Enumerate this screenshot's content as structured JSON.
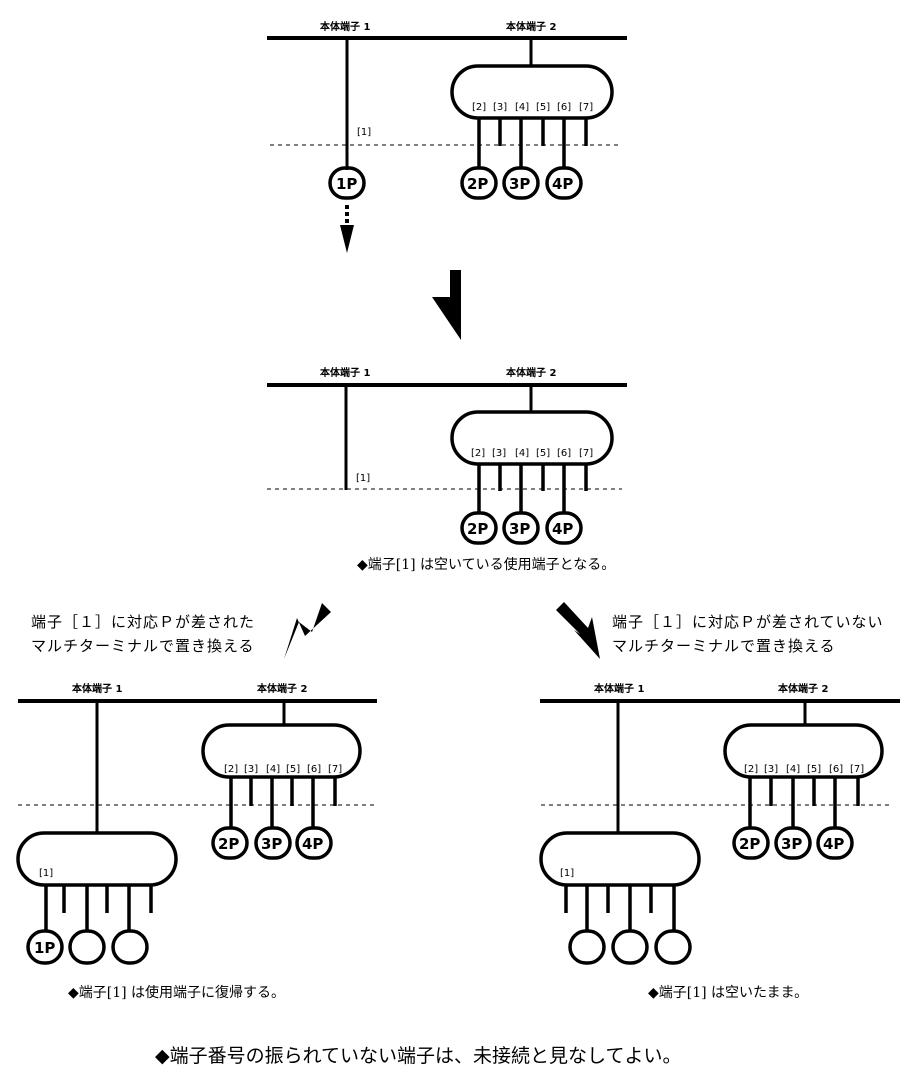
{
  "labels": {
    "main_terminal_1": "本体端子 1",
    "main_terminal_2": "本体端子 2"
  },
  "ports": [
    "[1]",
    "[2]",
    "[3]",
    "[4]",
    "[5]",
    "[6]",
    "[7]"
  ],
  "plugs": [
    "1P",
    "2P",
    "3P",
    "4P"
  ],
  "captions": {
    "middle": "◆端子[1] は空いている使用端子となる。",
    "left_result": "◆端子[1] は使用端子に復帰する。",
    "right_result": "◆端子[1] は空いたまま。",
    "footer": "◆端子番号の振られていない端子は、未接続と見なしてよい。"
  },
  "branches": {
    "left_line1": "端子［１］に対応Ｐが差された",
    "left_line2": "マルチターミナルで置き換える",
    "right_line1": "端子［１］に対応Ｐが差されていない",
    "right_line2": "マルチターミナルで置き換える"
  },
  "colors": {
    "ink": "#000000",
    "paper": "#ffffff"
  }
}
